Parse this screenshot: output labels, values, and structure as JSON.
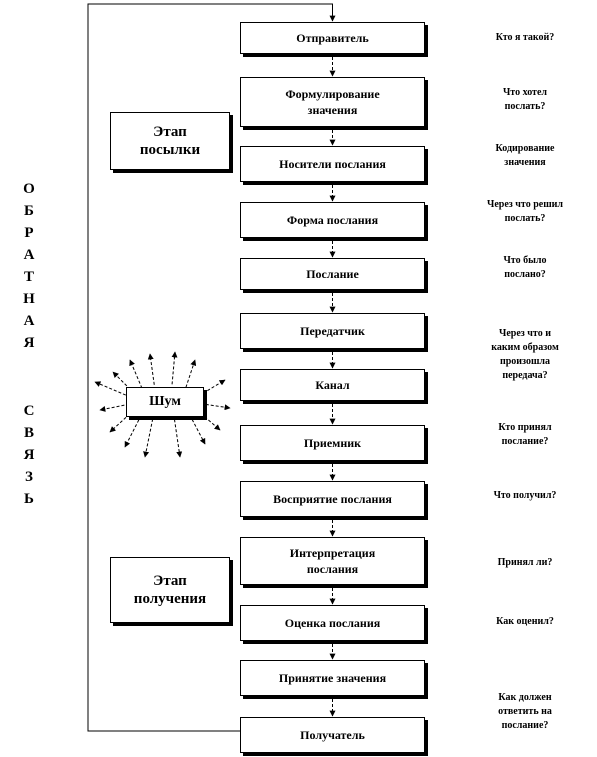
{
  "steps": [
    {
      "label": "Отправитель",
      "question": "Кто я такой?"
    },
    {
      "label": "Формулирование\nзначения",
      "question": "Что хотел\nпослать?"
    },
    {
      "label": "Носители послания",
      "question": "Кодирование\nзначения"
    },
    {
      "label": "Форма послания",
      "question": "Через что решил\nпослать?"
    },
    {
      "label": "Послание",
      "question": "Что было\nпослано?"
    },
    {
      "label": "Передатчик",
      "question": "Через что и\nкаким образом\nпроизошла\nпередача?"
    },
    {
      "label": "Канал",
      "question": ""
    },
    {
      "label": "Приемник",
      "question": "Кто принял\nпослание?"
    },
    {
      "label": "Восприятие послания",
      "question": "Что получил?"
    },
    {
      "label": "Интерпретация\nпослания",
      "question": "Принял ли?"
    },
    {
      "label": "Оценка послания",
      "question": "Как оценил?"
    },
    {
      "label": "Принятие значения",
      "question": ""
    },
    {
      "label": "Получатель",
      "question": "Как должен\nответить на\nпослание?"
    }
  ],
  "stages": {
    "sending": "Этап\nпосылки",
    "receiving": "Этап\nполучения"
  },
  "noise": {
    "label": "Шум"
  },
  "feedback": {
    "line1": "ОБРАТНАЯ",
    "line2": "СВЯЗЬ"
  }
}
